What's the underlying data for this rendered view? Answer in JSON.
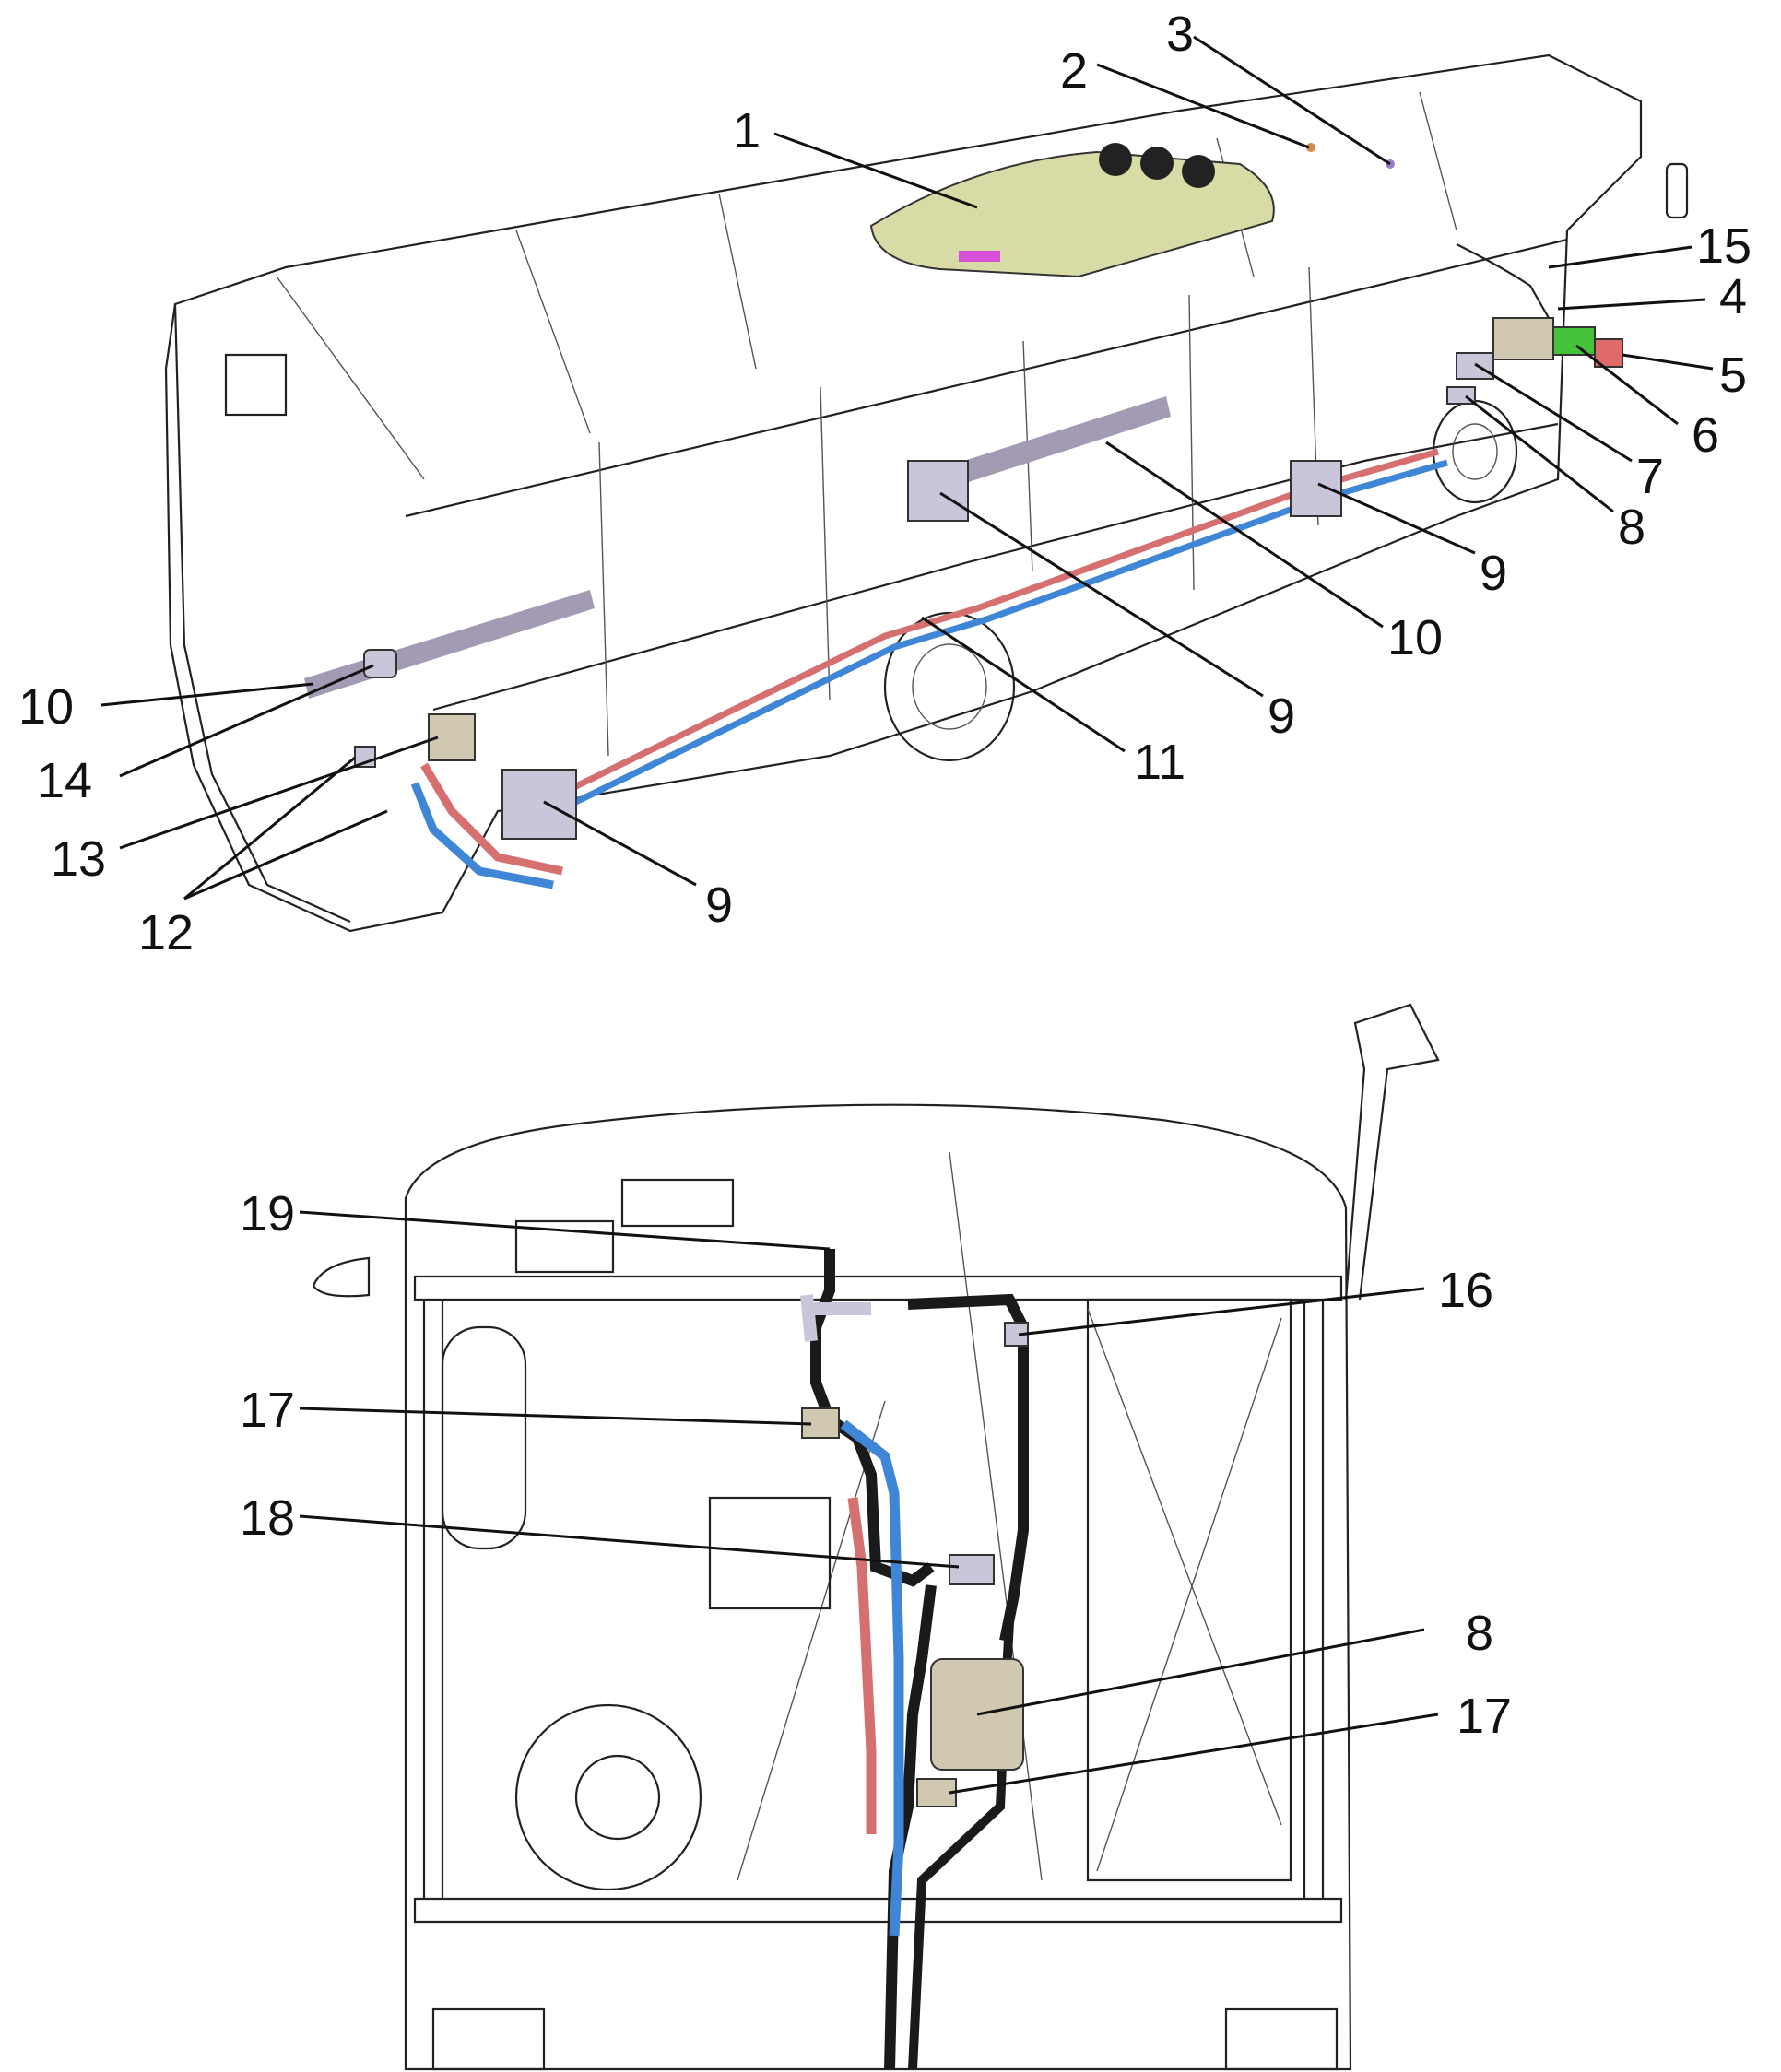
{
  "figure": {
    "top_view": "Bus cutaway view with heating and air-conditioning system components",
    "bottom_view": "Rear view of bus engine compartment with coolant hoses and components"
  },
  "colors": {
    "roof_unit": "#d8dba6",
    "hot_pipe": "#d66f6f",
    "cold_pipe": "#3f86d6",
    "hose": "#1a1a1a",
    "component": "#c9c6d9",
    "heater_box": "#d0c8b0",
    "green_part": "#44c23a",
    "red_part": "#e06a6a",
    "magenta": "#d84fd8",
    "duct": "#a39ab3",
    "line": "#222222"
  },
  "callouts_top": {
    "c1": "1",
    "c2": "2",
    "c3": "3",
    "c4": "4",
    "c5": "5",
    "c6": "6",
    "c7": "7",
    "c8": "8",
    "c9a": "9",
    "c9b": "9",
    "c9c": "9",
    "c10a": "10",
    "c10b": "10",
    "c11": "11",
    "c12": "12",
    "c13": "13",
    "c14": "14",
    "c15": "15"
  },
  "callouts_bottom": {
    "c16": "16",
    "c17a": "17",
    "c17b": "17",
    "c18": "18",
    "c19": "19",
    "c8": "8"
  }
}
